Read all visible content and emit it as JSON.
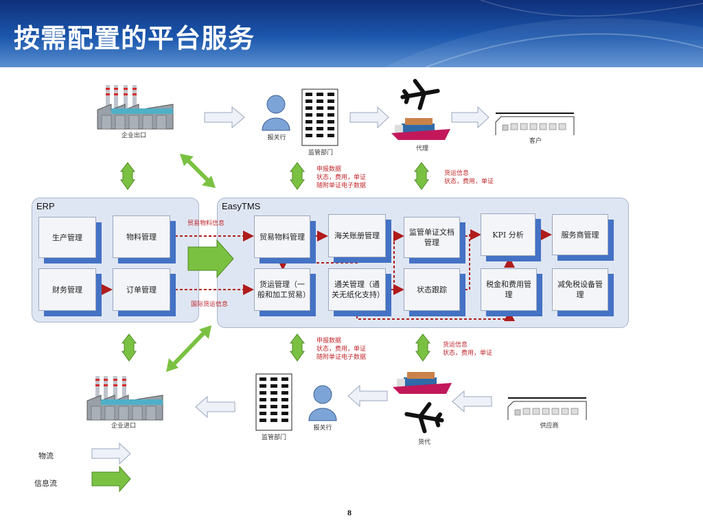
{
  "title": "按需配置的平台服务",
  "top_row": {
    "factory": "企业出口",
    "broker": "报关行",
    "customs": "监管部门",
    "agent": "代理",
    "customer": "客户"
  },
  "bottom_row": {
    "factory": "企业进口",
    "customs": "监管部门",
    "broker": "报关行",
    "forwarder": "货代",
    "supplier": "供应商"
  },
  "notes": {
    "top_customs": [
      "申报数据",
      "状态，费用，单证",
      "随附单证电子数据"
    ],
    "top_shipping": [
      "货运信息",
      "状态，费用，单证"
    ],
    "bottom_customs": [
      "申报数据",
      "状态，费用，单证",
      "随附单证电子数据"
    ],
    "bottom_shipping": [
      "货运信息",
      "状态，费用，单证"
    ],
    "trade_material_info": "贸易物料信息",
    "intl_freight_info": "国际货运信息"
  },
  "erp": {
    "label": "ERP",
    "boxes": [
      "生产管理",
      "物料管理",
      "财务管理",
      "订单管理"
    ]
  },
  "easytms": {
    "label": "EasyTMS",
    "boxes": {
      "trade_material": "贸易物料管理",
      "customs_ledger": "海关账册管理",
      "supervision_docs": "监管单证文档管理",
      "kpi": "KPI 分析",
      "provider": "服务商管理",
      "freight": "货运管理（一般和加工贸易）",
      "clearance": "通关管理（通关无纸化支持）",
      "status": "状态跟踪",
      "tax_fee": "税金和费用管理",
      "tax_exempt": "减免税设备管理"
    }
  },
  "legend": {
    "logistics": "物流",
    "info_flow": "信息流"
  },
  "page_number": "8",
  "colors": {
    "banner": "#1b57ad",
    "panel": "#dfe6f3",
    "box_shadow": "#4472c4",
    "green_arrow": "#7ac142",
    "flow_red": "#b01c1c",
    "note_text": "#c0282d"
  }
}
